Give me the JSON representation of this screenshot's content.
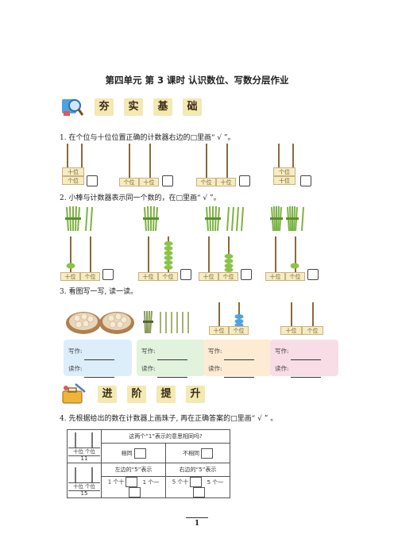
{
  "title": "第四单元  第 3 课时  认识数位、写数分层作业",
  "section1": {
    "chars": [
      "夯",
      "实",
      "基",
      "础"
    ]
  },
  "q1": {
    "text": "1. 在个位与十位位置正确的计数器右边的□里画“ √ ”。",
    "counters": [
      {
        "labels": [
          "十位",
          "个位"
        ]
      },
      {
        "labels": [
          "个位",
          "十位"
        ]
      },
      {
        "labels": [
          "个位",
          "十位"
        ]
      },
      {
        "labels": [
          "个位",
          "十位"
        ]
      }
    ]
  },
  "q2": {
    "text": "2. 小棒与计数器表示同一个数的，在□里画“ √ ”。",
    "counters": [
      {
        "labels": [
          "十位",
          "个位"
        ]
      },
      {
        "labels": [
          "十位",
          "个位"
        ]
      },
      {
        "labels": [
          "十位",
          "个位"
        ]
      },
      {
        "labels": [
          "十位",
          "个位"
        ]
      }
    ]
  },
  "q3": {
    "text": "3. 看图写一写, 读一读。",
    "write_label": "写作:",
    "read_label": "读作:",
    "counters": [
      {
        "labels": [
          "十位",
          "个位"
        ]
      },
      {
        "labels": [
          "十位",
          "个位"
        ]
      }
    ]
  },
  "section2": {
    "chars": [
      "进",
      "阶",
      "提",
      "升"
    ]
  },
  "q4": {
    "text": "4. 先根据给出的数在计数器上画珠子, 再在正确答案的□里画“ √ ” 。",
    "header": "这两个“1”表示的意思相同吗?",
    "same": "相同",
    "diff": "不相同",
    "left5": "左边的“5”表示",
    "right5": "右边的“5”表示",
    "ten_plus": "1 个十",
    "one_plus": "1 个一",
    "five_tens": "5 个十",
    "five_ones": "5 个一",
    "num1": "11",
    "num2": "15",
    "counter_labels": [
      "十位",
      "个位"
    ]
  },
  "page_number": "1"
}
